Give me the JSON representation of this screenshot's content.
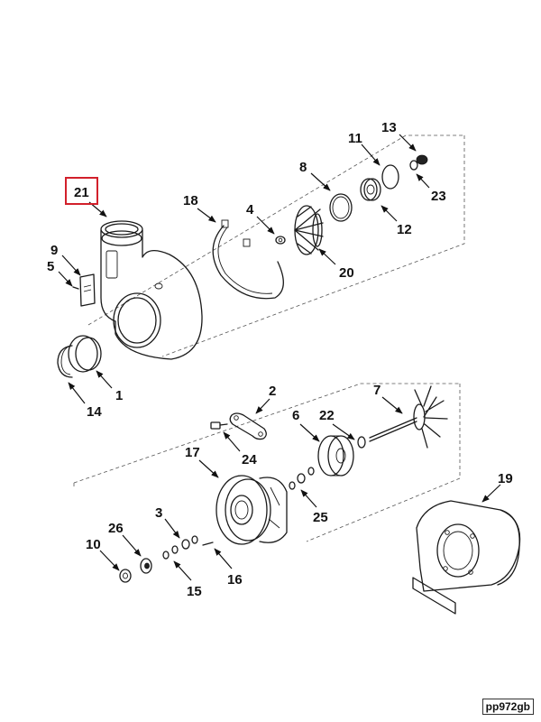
{
  "diagram": {
    "highlighted_callout": "21",
    "catalog_code": "pp972gb",
    "callouts": {
      "c1": "1",
      "c2": "2",
      "c3": "3",
      "c4": "4",
      "c5": "5",
      "c6": "6",
      "c7": "7",
      "c8": "8",
      "c9": "9",
      "c10": "10",
      "c11": "11",
      "c12": "12",
      "c13": "13",
      "c14": "14",
      "c15": "15",
      "c16": "16",
      "c17": "17",
      "c18": "18",
      "c19": "19",
      "c20": "20",
      "c21": "21",
      "c22": "22",
      "c23": "23",
      "c24": "24",
      "c25": "25",
      "c26": "26"
    }
  }
}
